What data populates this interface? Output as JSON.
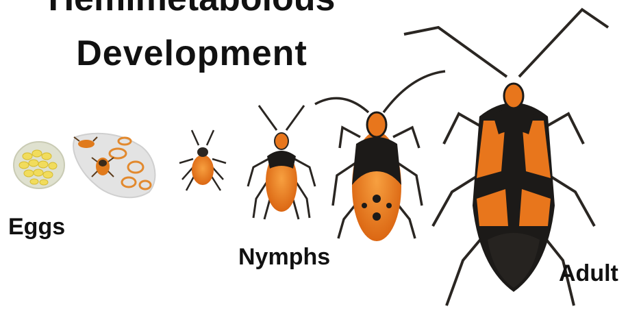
{
  "title": {
    "line1": "Hemimetabolous",
    "line2": "Development"
  },
  "stages": {
    "eggs_label": "Eggs",
    "nymphs_label": "Nymphs",
    "adult_label": "Adult"
  },
  "colors": {
    "body_orange": "#e8761c",
    "body_black": "#1c1a18",
    "egg_yellow": "#f2e06a",
    "egg_cluster_bg": "#d9dcc8"
  },
  "icons": [
    "egg-cluster-icon",
    "hatching-eggs-icon",
    "bug-nymph-icon",
    "bug-adult-icon"
  ]
}
